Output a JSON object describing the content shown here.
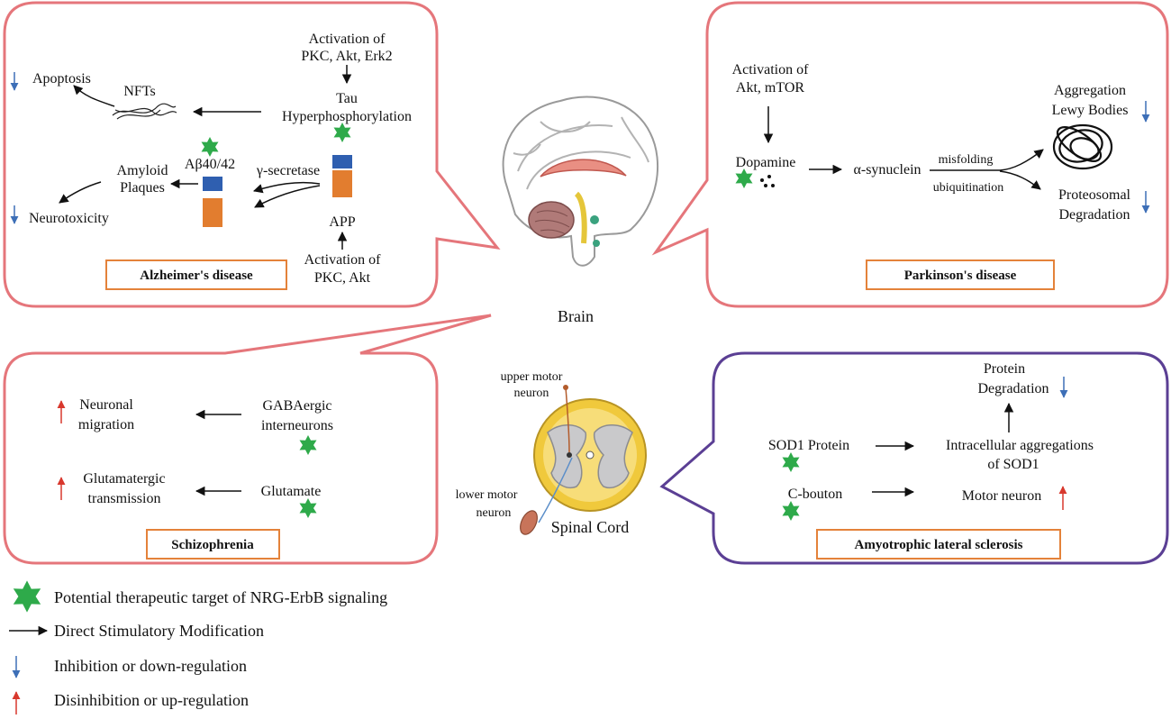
{
  "colors": {
    "bubble_pink": "#e5767b",
    "bubble_purple": "#5b3f94",
    "title_box": "#e4823a",
    "star": "#2eaa4a",
    "arrow_down": "#3d6fb7",
    "arrow_up": "#d8382d",
    "bar_blue": "#2f5fb0",
    "bar_orange": "#e27d2f",
    "cord_yellow": "#f0c93c",
    "cord_gray": "#c9c9cb"
  },
  "center": {
    "brain_label": "Brain",
    "spinal_label": "Spinal Cord",
    "upper_motor": [
      "upper motor",
      "neuron"
    ],
    "lower_motor": [
      "lower motor",
      "neuron"
    ]
  },
  "alzheimer": {
    "title": "Alzheimer's disease",
    "activation_top": [
      "Activation of",
      "PKC, Akt, Erk2"
    ],
    "tau": [
      "Tau",
      "Hyperphosphorylation"
    ],
    "nfts": "NFTs",
    "apoptosis": "Apoptosis",
    "abeta": "Aβ40/42",
    "amyloid": [
      "Amyloid",
      "Plaques"
    ],
    "neurotoxicity": "Neurotoxicity",
    "gamma": "γ-secretase",
    "app": "APP",
    "activation_bottom": [
      "Activation of",
      "PKC, Akt"
    ]
  },
  "parkinson": {
    "title": "Parkinson's disease",
    "activation": [
      "Activation of",
      "Akt, mTOR"
    ],
    "dopamine": "Dopamine",
    "synuclein": "α-synuclein",
    "misfolding": "misfolding",
    "ubiquitination": "ubiquitination",
    "aggregation": [
      "Aggregation",
      "Lewy Bodies"
    ],
    "proteosomal": [
      "Proteosomal",
      "Degradation"
    ]
  },
  "schizophrenia": {
    "title": "Schizophrenia",
    "neuronal": [
      "Neuronal",
      "migration"
    ],
    "gaba": [
      "GABAergic",
      "interneurons"
    ],
    "glutamatergic": [
      "Glutamatergic",
      "transmission"
    ],
    "glutamate": "Glutamate"
  },
  "als": {
    "title": "Amyotrophic lateral sclerosis",
    "protein_deg": [
      "Protein",
      "Degradation"
    ],
    "sod1": "SOD1 Protein",
    "intracellular": [
      "Intracellular aggregations",
      "of SOD1"
    ],
    "cbouton": "C-bouton",
    "motor_neuron": "Motor neuron"
  },
  "legend": {
    "star": "Potential therapeutic target of NRG-ErbB signaling",
    "arrow": "Direct Stimulatory Modification",
    "down": "Inhibition or down-regulation",
    "up": "Disinhibition or up-regulation"
  }
}
